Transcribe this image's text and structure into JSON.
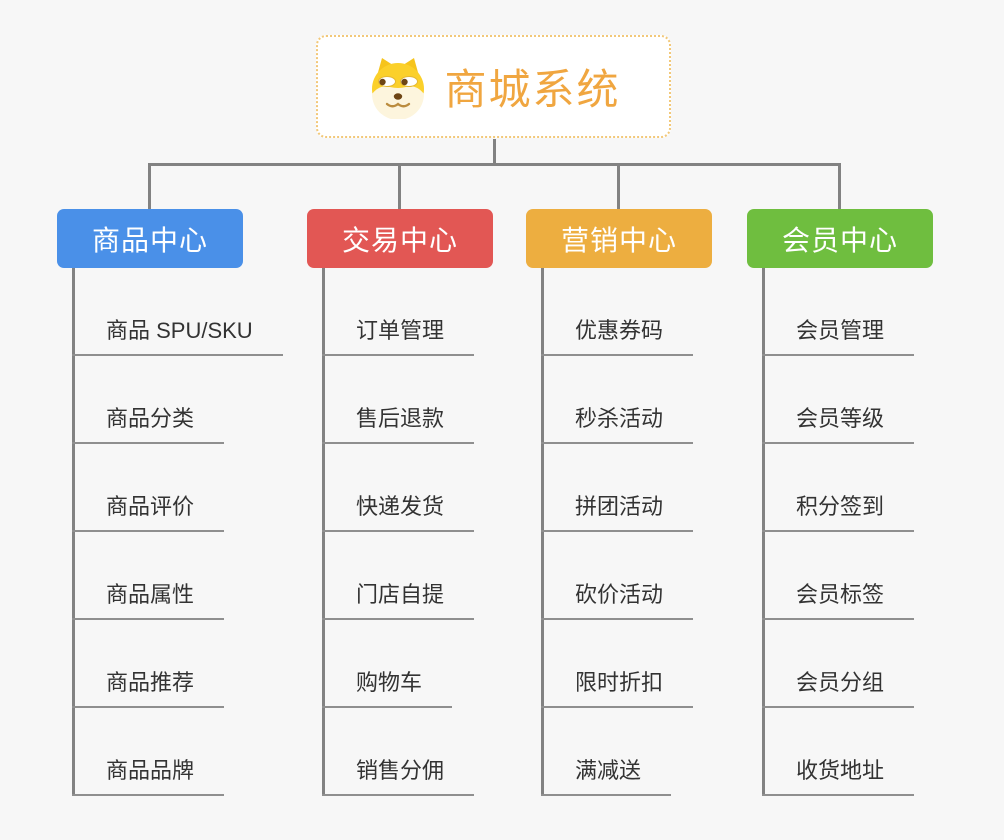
{
  "root": {
    "title": "商城系统",
    "icon": "dog-icon",
    "title_color": "#f0a640",
    "border_color": "#f2c879"
  },
  "colors": {
    "background": "#f7f7f7",
    "connector": "#828282",
    "underline": "#8f8f8f",
    "item_text": "#333333",
    "node_text": "#ffffff"
  },
  "branches": [
    {
      "label": "商品中心",
      "color": "#4a90e8",
      "items": [
        "商品 SPU/SKU",
        "商品分类",
        "商品评价",
        "商品属性",
        "商品推荐",
        "商品品牌"
      ]
    },
    {
      "label": "交易中心",
      "color": "#e25754",
      "items": [
        "订单管理",
        "售后退款",
        "快递发货",
        "门店自提",
        "购物车",
        "销售分佣"
      ]
    },
    {
      "label": "营销中心",
      "color": "#edae40",
      "items": [
        "优惠券码",
        "秒杀活动",
        "拼团活动",
        "砍价活动",
        "限时折扣",
        "满减送"
      ]
    },
    {
      "label": "会员中心",
      "color": "#6fbe3f",
      "items": [
        "会员管理",
        "会员等级",
        "积分签到",
        "会员标签",
        "会员分组",
        "收货地址"
      ]
    }
  ]
}
